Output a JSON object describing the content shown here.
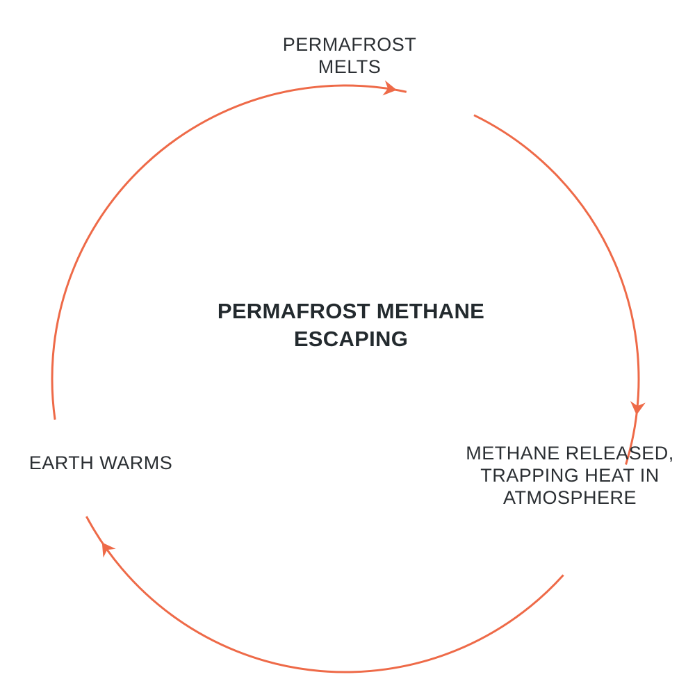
{
  "diagram": {
    "title_lines": [
      "PERMAFROST METHANE",
      "ESCAPING"
    ],
    "nodes": [
      {
        "id": "permafrost-melts",
        "lines": [
          "PERMAFROST",
          "MELTS"
        ]
      },
      {
        "id": "methane-released",
        "lines": [
          "METHANE RELEASED,",
          "TRAPPING HEAT IN",
          "ATMOSPHERE"
        ]
      },
      {
        "id": "earth-warms",
        "lines": [
          "EARTH WARMS"
        ]
      }
    ],
    "edges": [
      {
        "from": "permafrost-melts",
        "to": "methane-released"
      },
      {
        "from": "methane-released",
        "to": "earth-warms"
      },
      {
        "from": "earth-warms",
        "to": "permafrost-melts"
      }
    ],
    "direction": "clockwise",
    "colors": {
      "cycle_line": "#ee6a48",
      "text": "#2b2f33"
    }
  }
}
